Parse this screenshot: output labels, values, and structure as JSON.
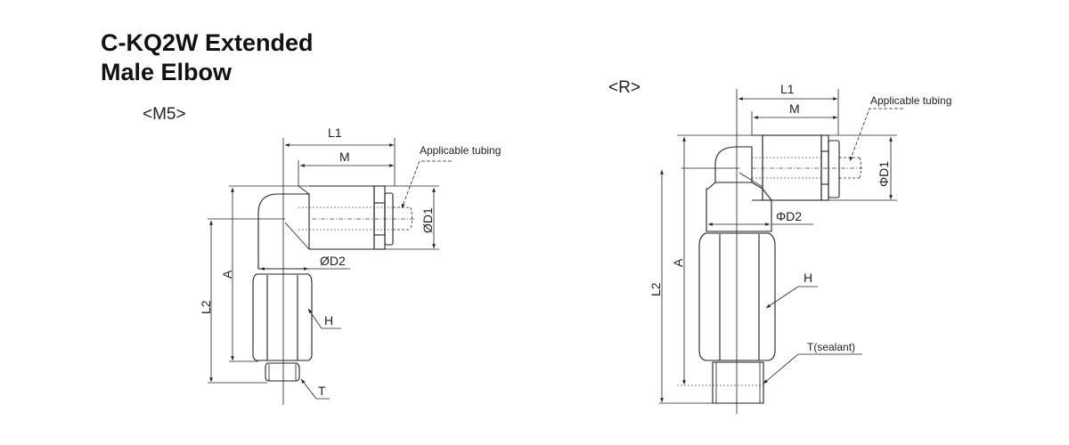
{
  "title": {
    "line1": "C-KQ2W Extended",
    "line2": "Male Elbow"
  },
  "variants": [
    {
      "label": "<M5>",
      "dims": {
        "L1": "L1",
        "M": "M",
        "D1": "ØD1",
        "D2": "ØD2",
        "A": "A",
        "L2": "L2",
        "H": "H",
        "T": "T"
      },
      "tubing_label": "Applicable tubing"
    },
    {
      "label": "<R>",
      "dims": {
        "L1": "L1",
        "M": "M",
        "D1": "ΦD1",
        "D2": "ΦD2",
        "A": "A",
        "L2": "L2",
        "H": "H",
        "T": "T(sealant)"
      },
      "tubing_label": "Applicable tubing"
    }
  ]
}
